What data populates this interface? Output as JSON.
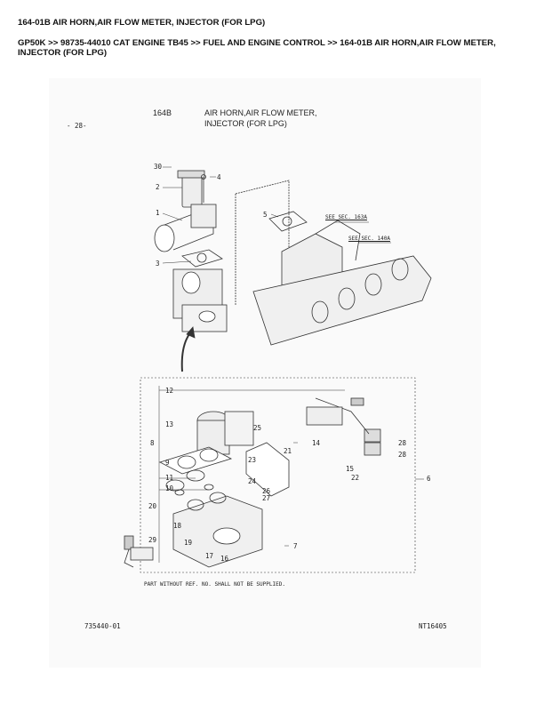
{
  "page_title": "164-01B AIR HORN,AIR FLOW METER, INJECTOR (FOR LPG)",
  "breadcrumb": "GP50K >> 98735-44010 CAT ENGINE TB45 >> FUEL AND ENGINE CONTROL >> 164-01B AIR HORN,AIR FLOW METER, INJECTOR (FOR LPG)",
  "diagram": {
    "page_no": "- 28-",
    "section": "164B",
    "title_line1": "AIR HORN,AIR FLOW METER,",
    "title_line2": "INJECTOR (FOR LPG)",
    "see_163a": "SEE SEC. 163A",
    "see_140a": "SEE SEC. 140A",
    "note": "PART WITHOUT REF. NO. SHALL NOT BE SUPPLIED.",
    "drawing_no": "735440-01",
    "ref_code": "NT16405",
    "callouts": [
      "30",
      "2",
      "4",
      "1",
      "5",
      "3",
      "12",
      "13",
      "25",
      "8",
      "28",
      "28",
      "21",
      "14",
      "9",
      "23",
      "15",
      "22",
      "11",
      "24",
      "10",
      "26",
      "27",
      "6",
      "20",
      "18",
      "29",
      "19",
      "7",
      "17",
      "16"
    ]
  }
}
